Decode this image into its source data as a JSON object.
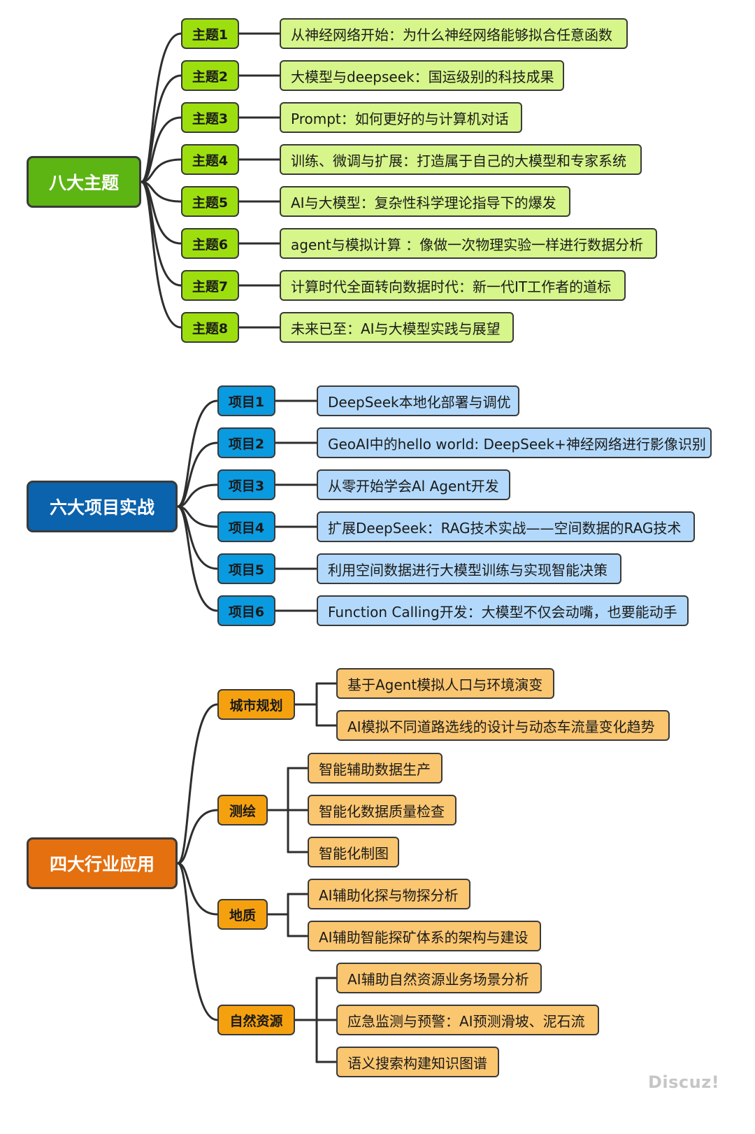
{
  "section1": {
    "root": "八大主题",
    "items": [
      {
        "tag": "主题1",
        "text": "从神经网络开始：为什么神经网络能够拟合任意函数"
      },
      {
        "tag": "主题2",
        "text": "大模型与deepseek：国运级别的科技成果"
      },
      {
        "tag": "主题3",
        "text": "Prompt：如何更好的与计算机对话"
      },
      {
        "tag": "主题4",
        "text": "训练、微调与扩展：打造属于自己的大模型和专家系统"
      },
      {
        "tag": "主题5",
        "text": "AI与大模型：复杂性科学理论指导下的爆发"
      },
      {
        "tag": "主题6",
        "text": "agent与模拟计算 ：像做一次物理实验一样进行数据分析"
      },
      {
        "tag": "主题7",
        "text": "计算时代全面转向数据时代：新一代IT工作者的道标"
      },
      {
        "tag": "主题8",
        "text": "未来已至：AI与大模型实践与展望"
      }
    ]
  },
  "section2": {
    "root": "六大项目实战",
    "items": [
      {
        "tag": "项目1",
        "text": "DeepSeek本地化部署与调优"
      },
      {
        "tag": "项目2",
        "text": "GeoAI中的hello world: DeepSeek+神经网络进行影像识别"
      },
      {
        "tag": "项目3",
        "text": "从零开始学会Al Agent开发"
      },
      {
        "tag": "项目4",
        "text": "扩展DeepSeek：RAG技术实战——空间数据的RAG技术"
      },
      {
        "tag": "项目5",
        "text": "利用空间数据进行大模型训练与实现智能决策"
      },
      {
        "tag": "项目6",
        "text": "Function Calling开发：大模型不仅会动嘴，也要能动手"
      }
    ]
  },
  "section3": {
    "root": "四大行业应用",
    "groups": [
      {
        "tag": "城市规划",
        "items": [
          "基于Agent模拟人口与环境演变",
          "AI模拟不同道路选线的设计与动态车流量变化趋势"
        ]
      },
      {
        "tag": "测绘",
        "items": [
          "智能辅助数据生产",
          "智能化数据质量检查",
          "智能化制图"
        ]
      },
      {
        "tag": "地质",
        "items": [
          "AI辅助化探与物探分析",
          "AI辅助智能探矿体系的架构与建设"
        ]
      },
      {
        "tag": "自然资源",
        "items": [
          "AI辅助自然资源业务场景分析",
          "应急监测与预警：AI预测滑坡、泥石流",
          "语义搜索构建知识图谱"
        ]
      }
    ]
  },
  "watermark": "Discuz!",
  "colors": {
    "green": [
      "#5db514",
      "#9ddf0e",
      "#d6f58a"
    ],
    "blue": [
      "#0b62ad",
      "#0a9ae0",
      "#b2d9fb"
    ],
    "orange": [
      "#e47010",
      "#f5a10f",
      "#fbc670"
    ],
    "connector": "#2e2e2e"
  }
}
